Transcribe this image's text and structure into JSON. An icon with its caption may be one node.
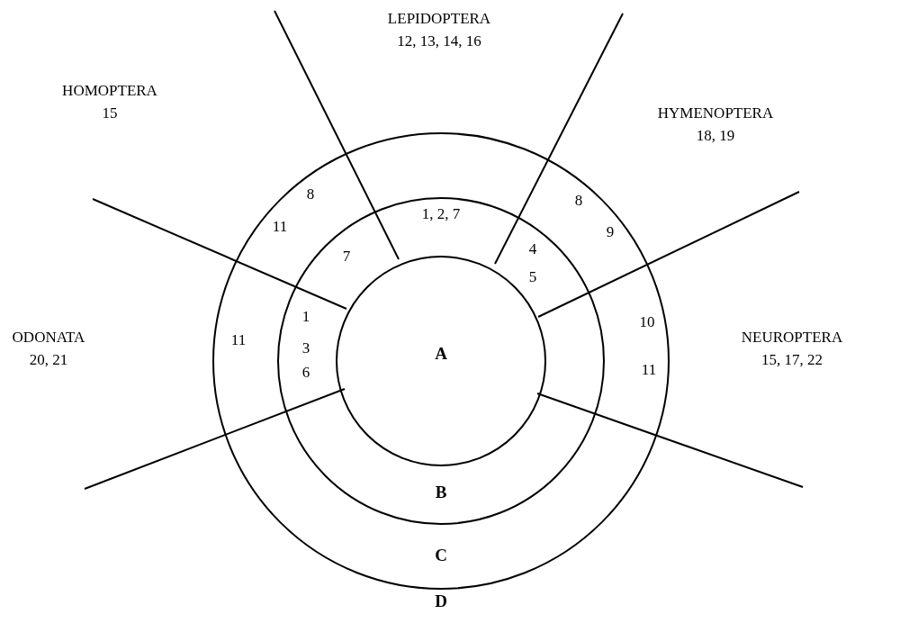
{
  "diagram": {
    "nodes": [
      {
        "text": [
          "C"
        ]
      },
      {
        "text": [
          "B"
        ],
        "in": 0
      },
      {
        "text": [
          "A"
        ],
        "in": 1
      }
    ],
    "labels": [
      "LEPIDOPTERA",
      "12, 13, 14, 16",
      "HOMOPTERA",
      "15",
      "HYMENOPTERA",
      "18, 19",
      "8",
      "11",
      "1, 2, 7",
      "8",
      "9",
      "7",
      "4",
      "5",
      "1",
      "3",
      "6",
      "ODONATA",
      "20, 21",
      "11",
      "10",
      "NEUROPTERA",
      "15, 17, 22",
      "11",
      "D"
    ]
  }
}
